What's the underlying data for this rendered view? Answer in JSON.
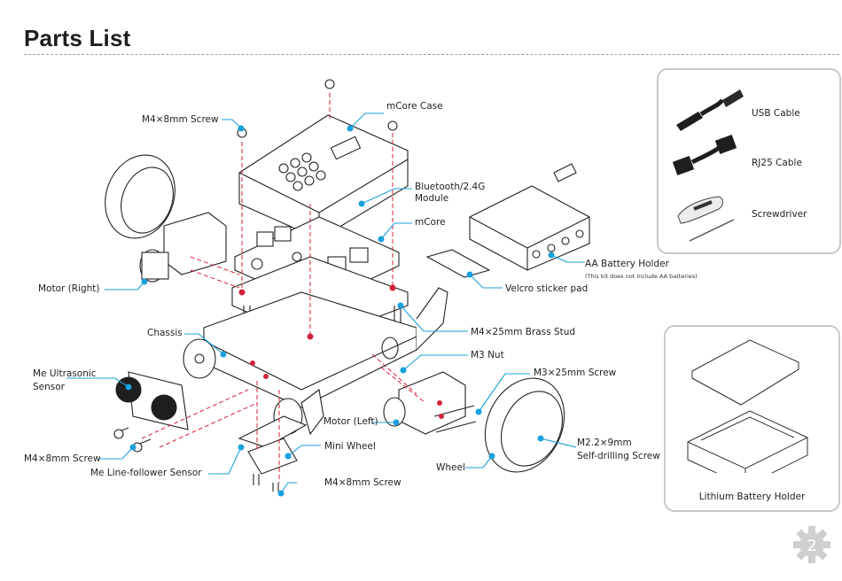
{
  "page": {
    "title": "Parts List",
    "page_number": "2"
  },
  "callouts": {
    "m4x8_screw_top": "M4×8mm Screw",
    "mcore_case": "mCore Case",
    "bluetooth_line1": "Bluetooth/2.4G",
    "bluetooth_line2": "Module",
    "mcore": "mCore",
    "aa_battery_holder": "AA Battery Holder",
    "aa_battery_note": "(This kit does not include AA batteries)",
    "velcro": "Velcro sticker pad",
    "motor_right": "Motor (Right)",
    "chassis": "Chassis",
    "brass_stud": "M4×25mm Brass Stud",
    "m3_nut": "M3 Nut",
    "ultrasonic_line1": "Me Ultrasonic",
    "ultrasonic_line2": "Sensor",
    "m3x25_screw": "M3×25mm Screw",
    "motor_left": "Motor (Left)",
    "m22_line1": "M2.2×9mm",
    "m22_line2": "Self-drilling Screw",
    "mini_wheel": "Mini Wheel",
    "m4x8_screw_left": "M4×8mm Screw",
    "line_follower": "Me Line-follower Sensor",
    "wheel": "Wheel",
    "m4x8_screw_bottom": "M4×8mm Screw"
  },
  "accessories_panel": {
    "items": [
      {
        "label": "USB Cable",
        "icon": "usb-cable-icon"
      },
      {
        "label": "RJ25 Cable",
        "icon": "rj25-cable-icon"
      },
      {
        "label": "Screwdriver",
        "icon": "screwdriver-icon"
      }
    ]
  },
  "battery_panel": {
    "label": "Lithium Battery Holder"
  },
  "colors": {
    "callout": "#1aa0dc",
    "assembly_guide": "#d4223a",
    "panel_border": "#c8c8c8",
    "badge": "#cfcfcf"
  }
}
